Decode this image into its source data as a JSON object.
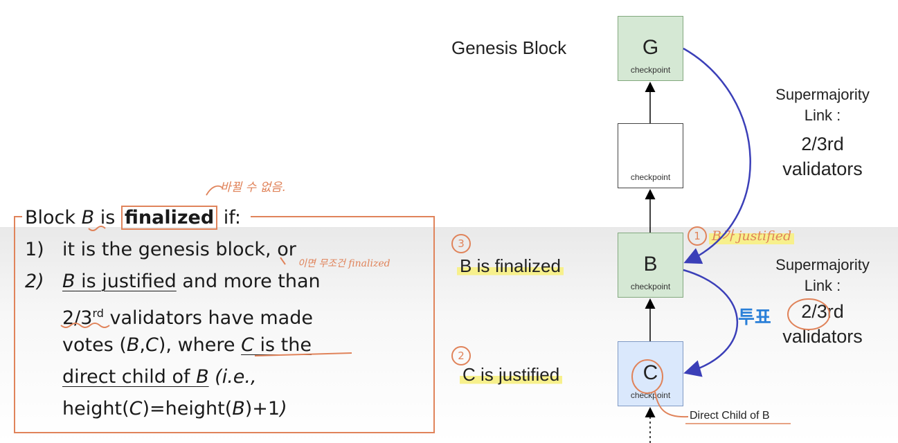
{
  "definition": {
    "l1_a": "Block ",
    "l1_b": "B",
    "l1_c": " is ",
    "l1_d": "finalized",
    "l1_e": " if:",
    "l2_num": "1)",
    "l2_text": "it is the genesis block, or",
    "l3_num": "2)",
    "l3_b": "B",
    "l3_c": " is justified",
    "l3_d": " and more than",
    "l4_a": "2/3",
    "l4_sup": "rd",
    "l4_b": " validators have made",
    "l5_a": "votes (",
    "l5_b": "B",
    "l5_c": ",",
    "l5_d": "C",
    "l5_e": "), where ",
    "l5_f": "C",
    "l5_g": " is the",
    "l6_a": "direct child of ",
    "l6_b": "B",
    "l6_c": " (i.e.,",
    "l7_a": "height(",
    "l7_b": "C",
    "l7_c": ")=height(",
    "l7_d": "B",
    "l7_e": ")+1",
    "l7_f": ")"
  },
  "diagram": {
    "genesis_label": "Genesis Block",
    "b_label": "B is finalized",
    "c_label": "C is justified",
    "blocks": {
      "g": {
        "letter": "G",
        "caption": "checkpoint"
      },
      "mid": {
        "caption": "checkpoint"
      },
      "b": {
        "letter": "B",
        "caption": "checkpoint"
      },
      "c": {
        "letter": "C",
        "caption": "checkpoint"
      }
    },
    "link1": {
      "line1": "Supermajority",
      "line2": "Link :",
      "line3": "2/3rd",
      "line4": "validators"
    },
    "link2": {
      "line1": "Supermajority",
      "line2": "Link :",
      "line3": "2/3rd",
      "line4": "validators"
    },
    "direct_child_note": "Direct Child of B"
  },
  "annotations": {
    "korean_top": "바뀔 수 없음.",
    "korean_mid": "이면 무조건 finalized",
    "num3": "3",
    "num2": "2",
    "num1": "1",
    "b_justified": "B가 justified",
    "vote": "투표"
  },
  "colors": {
    "annotation": "#e0835a",
    "arrow": "#3b3fb8",
    "green_block": "#d5e8d4",
    "blue_block": "#dae8fc",
    "highlight": "#f7f08c",
    "blue_ink": "#2a7fd8"
  }
}
